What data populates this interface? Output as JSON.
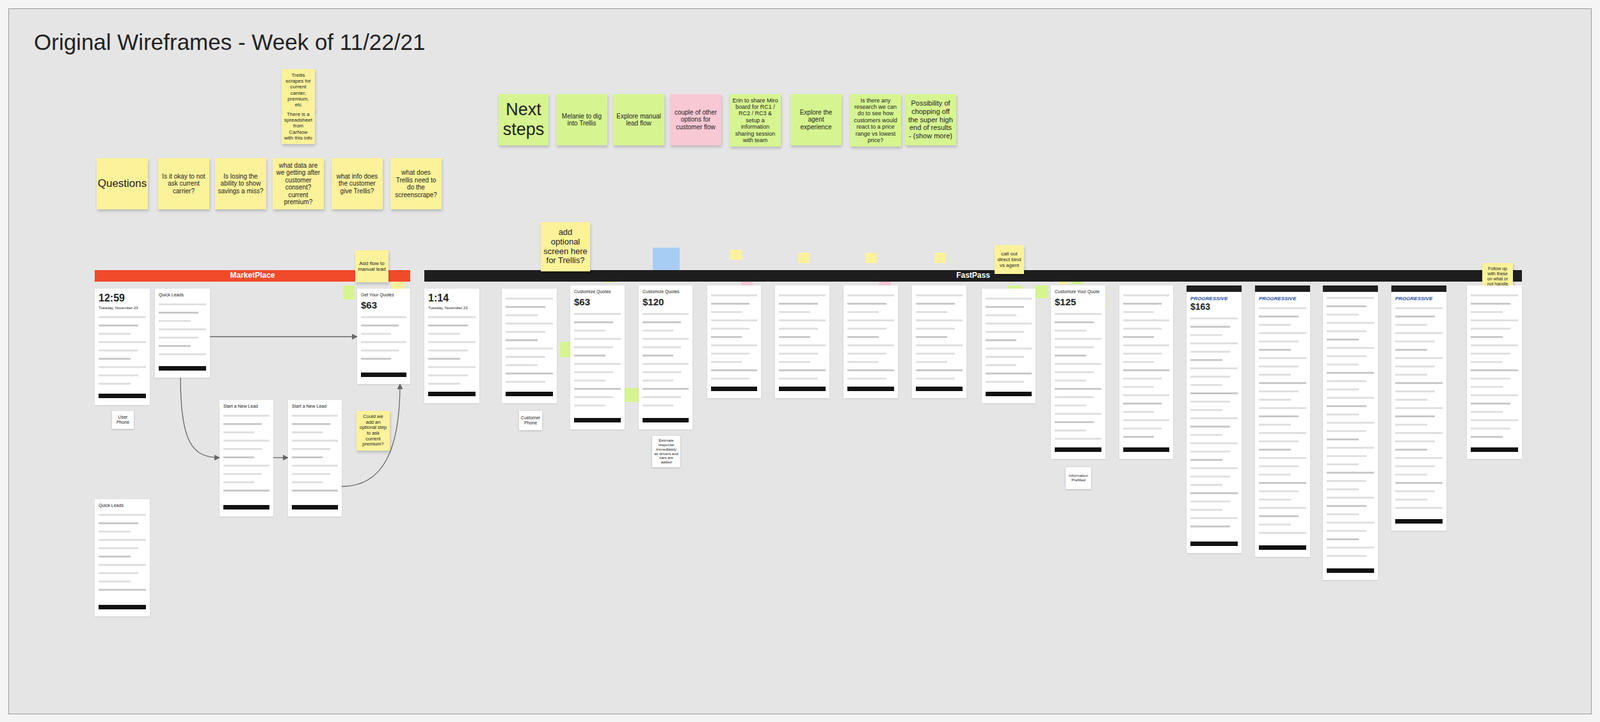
{
  "diagram": {
    "title": "Original Wireframes - Week of 11/22/21",
    "nodes": [
      {
        "text": [
          "Questions"
        ]
      },
      {
        "text": [
          "Is it okay to not ask current carrier?"
        ]
      },
      {
        "text": [
          "Is losing the ability to show savings a miss?"
        ]
      },
      {
        "text": [
          "what data are we getting after customer consent? current premium?"
        ]
      },
      {
        "text": [
          "what info does the customer give Trellis?"
        ]
      },
      {
        "text": [
          "what does Trellis need to do the screenscrape?"
        ]
      },
      {
        "text": [
          "Trellis scrapes for current carrier, premium, etc"
        ]
      },
      {
        "text": [
          "There is a spreadsheet from CarNow with this info"
        ]
      },
      {
        "text": [
          "Next steps"
        ]
      },
      {
        "text": [
          "Melanie to dig into Trellis"
        ]
      },
      {
        "text": [
          "Explore manual lead flow"
        ]
      },
      {
        "text": [
          "couple of other options for customer flow"
        ]
      },
      {
        "text": [
          "Erin to share Miro board for RC1 / RC2 / RC3 & setup a information sharing session with team"
        ]
      },
      {
        "text": [
          "Explore the agent experience"
        ]
      },
      {
        "text": [
          "Is there any research we can do to see how customers would react to a price range vs lowest price?"
        ]
      },
      {
        "text": [
          "Possibility of chopping off the super high end of results - (show more)"
        ]
      },
      {
        "text": [
          "MarketPlace"
        ]
      },
      {
        "text": [
          "FastPass"
        ]
      },
      {
        "text": [
          "Add flow to manual lead"
        ]
      },
      {
        "text": [
          "add optional screen here for Trellis?"
        ]
      },
      {
        "text": [
          "call out direct bind vs agent"
        ]
      },
      {
        "text": [
          "Could we add an optional step to ask current premium?"
        ]
      },
      {
        "text": [
          "Follow up with these on what or not handle on Progressive account?"
        ]
      },
      {
        "text": [
          "12:59",
          "Tuesday, November 23"
        ]
      },
      {
        "text": [
          "Quick Leads"
        ]
      },
      {
        "text": [
          "Quick Leads"
        ]
      },
      {
        "text": [
          "Start a New Lead"
        ]
      },
      {
        "text": [
          "Start a New Lead"
        ]
      },
      {
        "text": [
          "Get Your Quotes",
          "$63"
        ]
      },
      {
        "text": [
          "1:14",
          "Tuesday, November 23"
        ]
      },
      {
        "text": [
          "Customize Quotes",
          "$63"
        ]
      },
      {
        "text": [
          "Customize Quotes",
          "$120"
        ]
      },
      {
        "text": [
          "Customize Your Quote",
          "$125"
        ]
      },
      {
        "text": [
          "PROGRESSIVE",
          "$163"
        ]
      },
      {
        "text": [
          "PROGRESSIVE"
        ]
      },
      {
        "text": [
          "PROGRESSIVE"
        ]
      },
      {
        "text": [
          "User Phone"
        ]
      },
      {
        "text": [
          "Customer Phone"
        ]
      },
      {
        "text": [
          "Estimate response immediately as drivers and cars are added"
        ]
      },
      {
        "text": [
          "Information Prefilled"
        ]
      }
    ],
    "edges": [
      {
        "from": 24,
        "to": 28,
        "arrow": "to"
      },
      {
        "from": 24,
        "to": 26,
        "arrow": "to"
      },
      {
        "from": 26,
        "to": 27,
        "arrow": "to"
      },
      {
        "from": 27,
        "to": 28,
        "arrow": "to"
      }
    ]
  }
}
